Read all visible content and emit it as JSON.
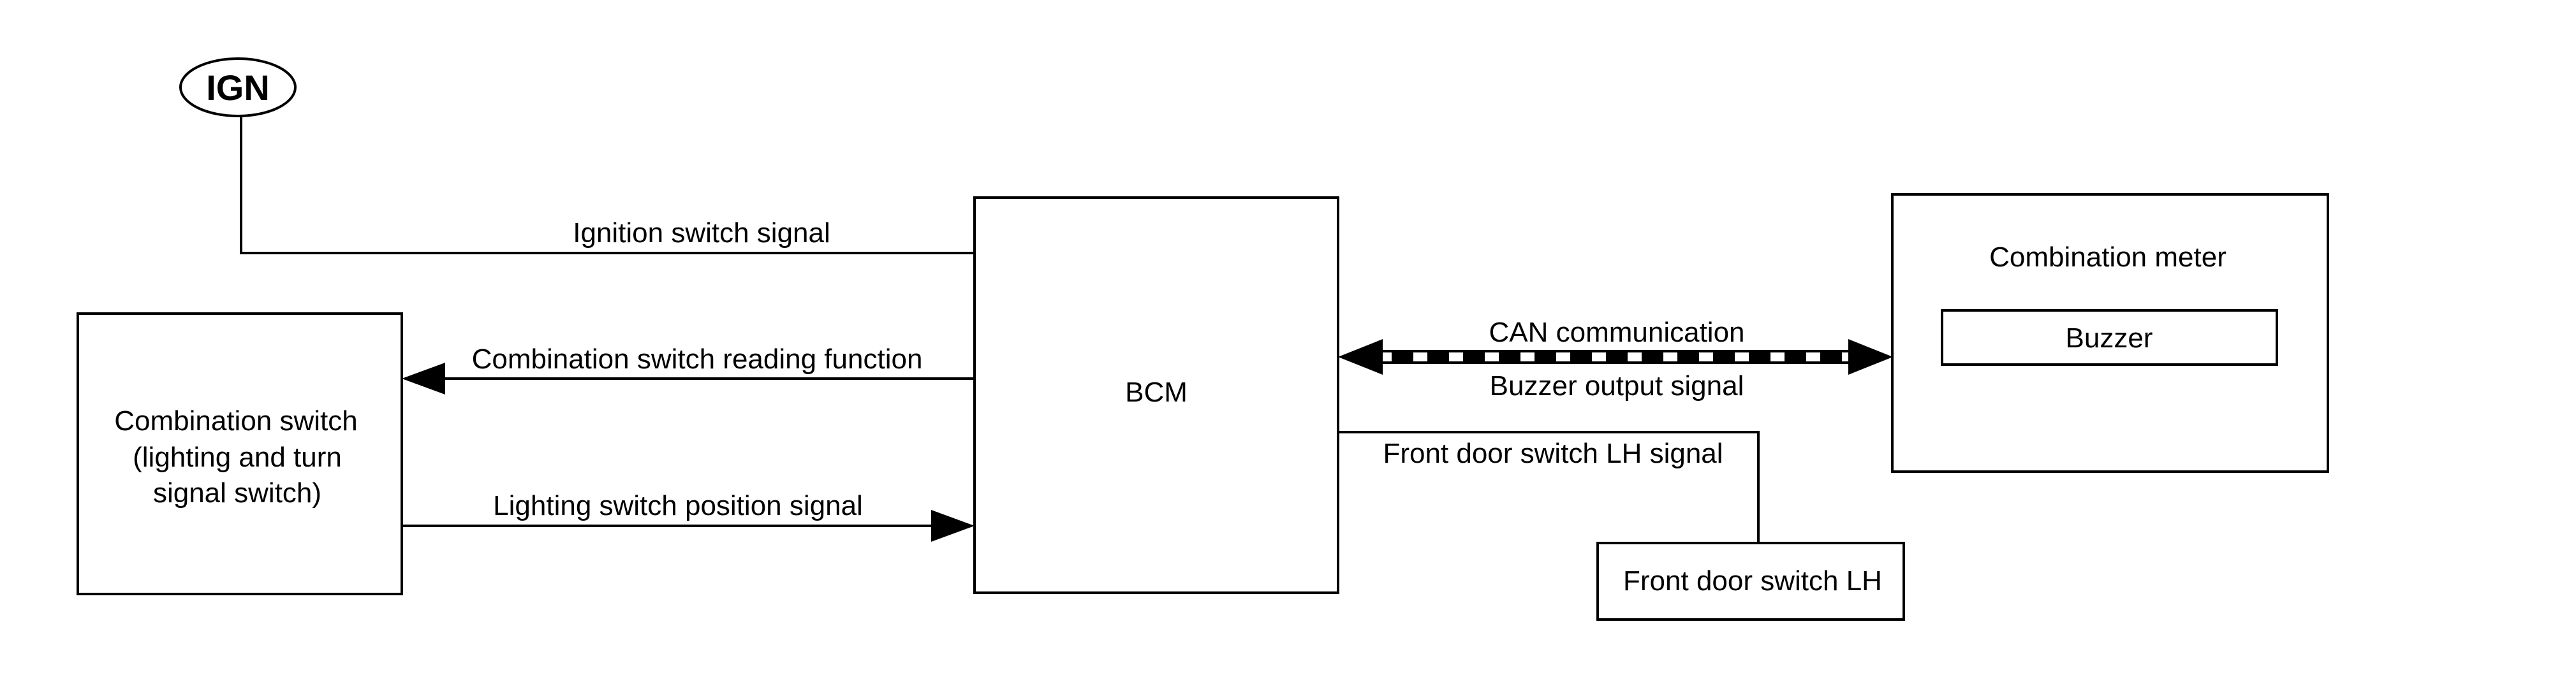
{
  "diagram": {
    "ign": {
      "label": "IGN"
    },
    "bcm": {
      "label": "BCM"
    },
    "combination_switch": {
      "lines": [
        "Combination switch",
        "(lighting and turn",
        "signal switch)"
      ]
    },
    "combination_meter": {
      "label": "Combination meter",
      "buzzer_label": "Buzzer"
    },
    "front_door_switch": {
      "label": "Front door switch LH"
    },
    "signals": {
      "ignition": "Ignition switch signal",
      "reading_function": "Combination switch reading function",
      "lighting_position": "Lighting switch position signal",
      "can": "CAN communication",
      "buzzer_output": "Buzzer output signal",
      "front_door": "Front door switch LH signal"
    },
    "colors": {
      "line": "#000000",
      "background": "#ffffff"
    }
  }
}
